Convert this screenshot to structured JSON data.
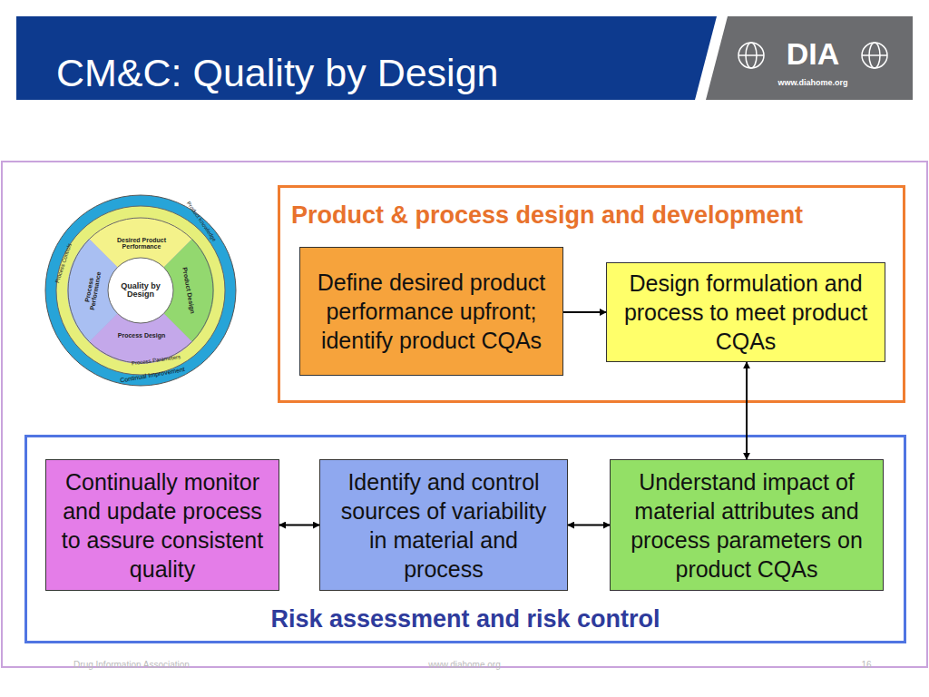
{
  "diagram": {
    "title": "CM&C: Quality by Design",
    "nodes": [
      {
        "text": [
          "Product & process design and development"
        ]
      },
      {
        "text": [
          "Define desired product performance upfront; identify product CQAs"
        ],
        "in": 0
      },
      {
        "text": [
          "Design formulation and process to meet product CQAs"
        ],
        "in": 0
      },
      {
        "text": [
          "Risk assessment and risk control"
        ]
      },
      {
        "text": [
          "Continually monitor and update process to assure consistent quality"
        ],
        "in": 3
      },
      {
        "text": [
          "Identify and control sources of variability in material and process"
        ],
        "in": 3
      },
      {
        "text": [
          "Understand impact of material attributes and process parameters on product CQAs"
        ],
        "in": 3
      }
    ],
    "edges": [
      {
        "from": 1,
        "to": 2,
        "arrow": "to"
      },
      {
        "from": 2,
        "to": 6,
        "arrow": "both"
      },
      {
        "from": 4,
        "to": 5,
        "arrow": "both"
      },
      {
        "from": 5,
        "to": 6,
        "arrow": "both"
      }
    ],
    "labels": [
      "DIA",
      "www.diahome.org",
      "Quality by Design",
      "Desired Product Performance",
      "Product Design",
      "Process Design",
      "Process Performance",
      "Product Knowledge",
      "Continual Improvement",
      "Process Parameters",
      "Process Controls",
      "Drug Information Association",
      "www.diahome.org",
      "16"
    ]
  }
}
